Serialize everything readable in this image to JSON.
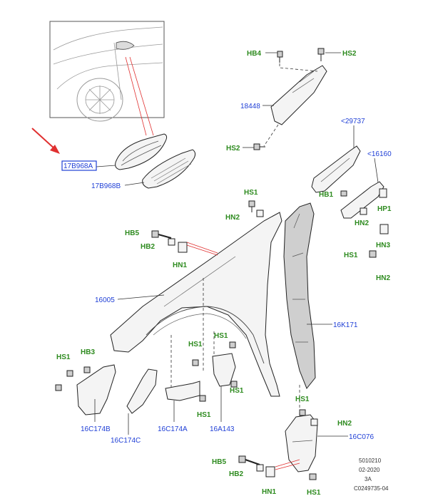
{
  "labels": {
    "l_17B968A": "17B968A",
    "l_17B968B": "17B968B",
    "l_18448": "18448",
    "l_29737": "<29737",
    "l_16160": "<16160",
    "l_16005": "16005",
    "l_16K171": "16K171",
    "l_16C174B": "16C174B",
    "l_16C174C": "16C174C",
    "l_16C174A": "16C174A",
    "l_16A143": "16A143",
    "l_16C076": "16C076"
  },
  "fasteners": {
    "hb4": "HB4",
    "hs2_top": "HS2",
    "hs2_mid": "HS2",
    "hb1": "HB1",
    "hp1": "HP1",
    "hn2_right": "HN2",
    "hn3": "HN3",
    "hs1_right": "HS1",
    "hn2_right2": "HN2",
    "hs1_top": "HS1",
    "hn2_top": "HN2",
    "hb5": "HB5",
    "hb2": "HB2",
    "hn1": "HN1",
    "hs1_left": "HS1",
    "hb3": "HB3",
    "hs1_c1": "HS1",
    "hs1_c2": "HS1",
    "hs1_c3": "HS1",
    "hs1_c4": "HS1",
    "hs1_br": "HS1",
    "hn2_br": "HN2",
    "hb5_b": "HB5",
    "hb2_b": "HB2",
    "hn1_b": "HN1",
    "hs1_b": "HS1"
  },
  "reference": {
    "line1": "5010210",
    "line2": "02-2020",
    "line3": "3A",
    "line4": "C0249735-04"
  },
  "colors": {
    "part_label": "#1f3fd6",
    "fastener_label": "#2e8b1f",
    "highlight_arrow": "#e03030"
  }
}
